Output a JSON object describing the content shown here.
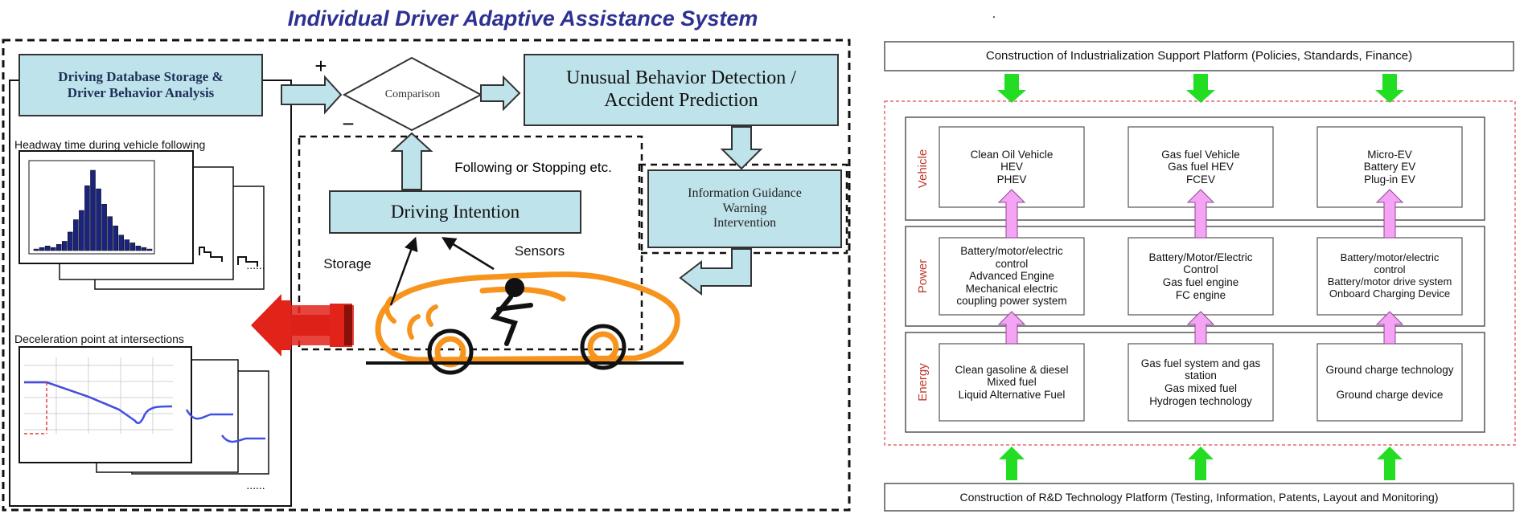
{
  "left": {
    "title": "Individual Driver Adaptive Assistance System",
    "db_box": "Driving Database Storage &\nDriver Behavior Analysis",
    "comparison": "Comparison",
    "plus": "+",
    "minus": "−",
    "unusual_box": "Unusual Behavior Detection /\nAccident Prediction",
    "following_label": "Following or Stopping etc.",
    "intention_box": "Driving Intention",
    "info_box": "Information Guidance\nWarning\nIntervention",
    "storage_label": "Storage",
    "sensors_label": "Sensors",
    "headway_caption": "Headway time during vehicle following",
    "decel_caption": "Deceleration point at intersections",
    "dots": "......",
    "colors": {
      "box_fill": "#bfe3ea",
      "title": "#2e3192",
      "red_arrow": "#e2231a",
      "car": "#f7941d",
      "decel_line": "#e53935",
      "curve": "#3f51e5"
    },
    "histogram_bins": [
      1,
      2,
      3,
      2,
      4,
      6,
      12,
      20,
      26,
      42,
      52,
      40,
      30,
      22,
      16,
      10,
      7,
      5,
      3,
      2,
      1
    ]
  },
  "right": {
    "top_platform": "Construction of Industrialization Support Platform (Policies, Standards, Finance)",
    "bottom_platform": "Construction of R&D Technology Platform (Testing, Information, Patents, Layout and Monitoring)",
    "dot": ".",
    "rows": [
      {
        "label": "Vehicle",
        "cells": [
          "Clean Oil Vehicle\nHEV\nPHEV",
          "Gas fuel Vehicle\nGas fuel HEV\nFCEV",
          "Micro-EV\nBattery EV\nPlug-in EV"
        ]
      },
      {
        "label": "Power",
        "cells": [
          "Battery/motor/electric\ncontrol\nAdvanced Engine\nMechanical electric\ncoupling power system",
          "Battery/Motor/Electric\nControl\nGas fuel engine\nFC engine",
          "Battery/motor/electric\ncontrol\nBattery/motor drive system\nOnboard Charging Device"
        ]
      },
      {
        "label": "Energy",
        "cells": [
          "Clean gasoline & diesel\nMixed fuel\nLiquid Alternative Fuel",
          "Gas fuel system and gas\nstation\nGas mixed fuel\nHydrogen technology",
          "Ground charge technology\n\nGround charge device"
        ]
      }
    ],
    "colors": {
      "green_arrow": "#22dd22",
      "pink_arrow": "#f5a3f5",
      "row_label": "#c0392b",
      "dashed_border": "#e26b6b"
    }
  }
}
